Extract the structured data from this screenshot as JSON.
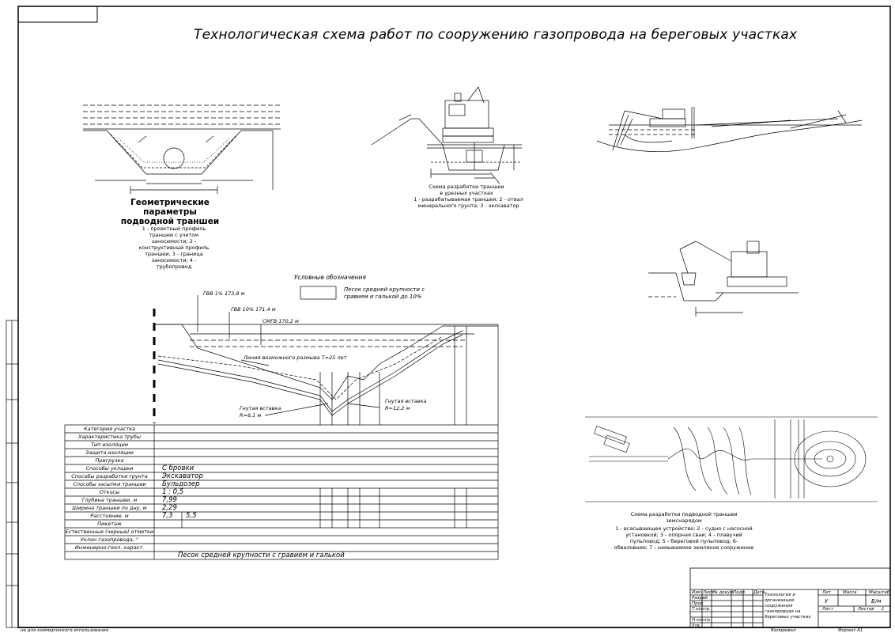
{
  "sheet": {
    "title": "Технологическая схема работ по сооружению газопровода на береговых участках"
  },
  "fig_trench": {
    "heading": "Геометрические параметры подводной траншеи",
    "legend": "1 - проектный профиль траншеи с учетом заносимости; 2 - конструктивный профиль траншеи; 3 - граница заносимости; 4 - трубопровод"
  },
  "fig_excavator": {
    "heading": "Схема разработки траншеи в урезных участках",
    "legend": "1 - разрабатываемая траншея; 2 - отвал минерального грунта; 3 - экскаватор"
  },
  "fig_dredge": {
    "heading": "Схема разработки подводной траншеи земснарядом",
    "legend": "1 - всасывающее устройство; 2 - судно с насосной установкой; 3 - опорная сваи; 4 - плавучий пульповод; 5 - береговой пульповод; 6- обваловние; 7 - намываемое земляное сооружение"
  },
  "legend_block": {
    "title": "Условные обозначения",
    "item": "Песок средней крупности с гравием и галькой до 10%"
  },
  "profile": {
    "levels": {
      "gvv1": "ГВВ 1% 173,8 м",
      "gvv10": "ГВВ 10% 171,4 м",
      "smgv": "СМГВ 170,2 м"
    },
    "washout": "Линия возможного размыва T=25 лет",
    "bend_left": {
      "name": "Гнутая вставка",
      "radius": "R=6,1 м"
    },
    "bend_right": {
      "name": "Гнутая вставка",
      "radius": "R=12,2 м"
    }
  },
  "table": {
    "rows": [
      {
        "label": "Категория участка",
        "value": ""
      },
      {
        "label": "Характеристика трубы",
        "value": ""
      },
      {
        "label": "Тип изоляции",
        "value": ""
      },
      {
        "label": "Защита изоляции",
        "value": ""
      },
      {
        "label": "Пригрузка",
        "value": ""
      },
      {
        "label": "Способы укладки",
        "value": "С бровки"
      },
      {
        "label": "Способы разработки грунта",
        "value": "Экскаватор"
      },
      {
        "label": "Способы засыпки траншеи",
        "value": "Бульдозер"
      },
      {
        "label": "Откосы",
        "value": "1 : 0,5"
      },
      {
        "label": "Глубина траншеи, м",
        "value": "7,99"
      },
      {
        "label": "Ширина траншеи по дну, м",
        "value": "2,29"
      },
      {
        "label": "Расстояние, м",
        "value": "7,3",
        "value2": "5,5"
      },
      {
        "label": "Пикетаж",
        "value": ""
      },
      {
        "label": "Естественные (черные) отметки",
        "value": ""
      },
      {
        "label": "Уклон газопровода, °",
        "value": ""
      },
      {
        "label": "Инженерно-геол. характ.",
        "value": "Песок средней крупности с гравием и галькой"
      }
    ]
  },
  "stamp": {
    "doc_title": "Технология и организация сооружения газопровода на береговых участках",
    "hdr_lit": "Лит",
    "hdr_mass": "Масса",
    "hdr_scale": "Масштаб",
    "lit_value": "У",
    "scale_value": "Б/м",
    "sheet_label": "Лист",
    "sheets_label": "Листов",
    "sheets_value": "1",
    "copied": "Копировал",
    "format": "Формат А1",
    "rows": [
      "Изм.",
      "Лист",
      "№ докум.",
      "Подп.",
      "Дата",
      "Разраб.",
      "Пров.",
      "Т.контр.",
      "Н.контр.",
      "Утв."
    ]
  },
  "footer": {
    "left": "не для коммерческого использования"
  }
}
